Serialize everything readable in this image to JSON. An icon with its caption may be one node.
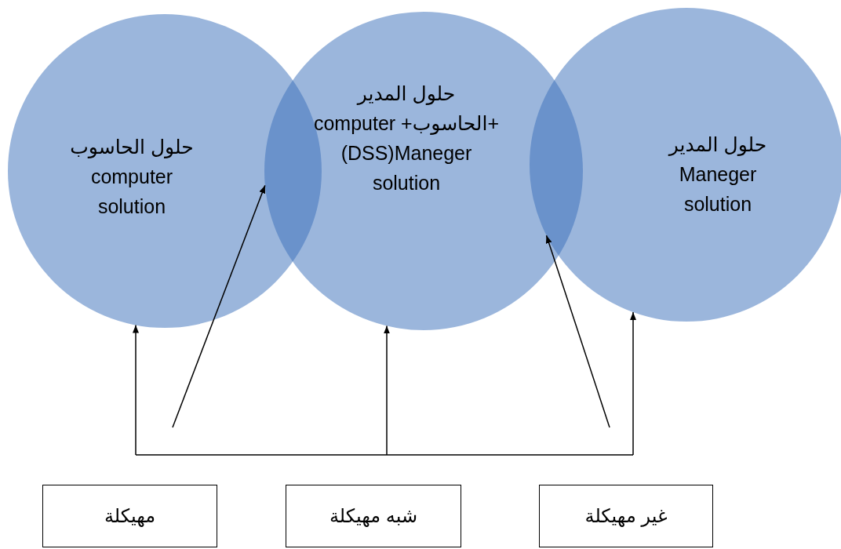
{
  "diagram": {
    "nodes": [
      {
        "text": [
          "حلول الحاسوب",
          "computer solution"
        ]
      },
      {
        "text": [
          "حلول المدير",
          "computer +الحاسوب+",
          "(DSS)Maneger solution"
        ]
      },
      {
        "text": [
          "حلول المدير",
          "Maneger solution"
        ]
      },
      {
        "text": [
          "مهيكلة"
        ]
      },
      {
        "text": [
          "شبه مهيكلة"
        ]
      },
      {
        "text": [
          "غير مهيكلة"
        ]
      }
    ],
    "edges": [
      {
        "from": null,
        "to": 0,
        "arrow": "to"
      },
      {
        "from": null,
        "to": 1,
        "arrow": "to"
      },
      {
        "from": null,
        "to": 1,
        "arrow": "to"
      },
      {
        "from": null,
        "to": 2,
        "arrow": "to"
      },
      {
        "from": null,
        "to": 2,
        "arrow": "to"
      }
    ]
  }
}
